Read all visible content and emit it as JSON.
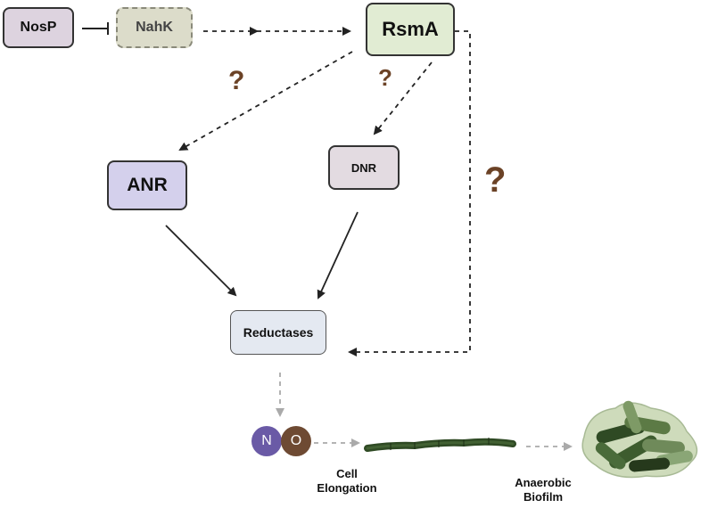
{
  "nodes": {
    "nosp": "NosP",
    "nahk": "NahK",
    "rsma": "RsmA",
    "anr": "ANR",
    "dnr": "DNR",
    "reductases": "Reductases"
  },
  "unknown_marks": [
    "?",
    "?",
    "?"
  ],
  "molecule": {
    "atom1": "N",
    "atom2": "O"
  },
  "labels": {
    "cell_elongation": [
      "Cell",
      "Elongation"
    ],
    "anaerobic_biofilm": [
      "Anaerobic",
      "Biofilm"
    ]
  },
  "colors": {
    "nosp_fill": "#ddd3df",
    "nahk_fill": "#dcdcca",
    "rsma_fill": "#e1ecd3",
    "anr_fill": "#d4d0ec",
    "dnr_fill": "#e3dbe1",
    "reductases_fill": "#e4e9f1",
    "question_mark": "#6b4226",
    "nitrogen": "#6a5aa6",
    "oxygen": "#6e4a33",
    "bacteria_dark": "#2f4a24",
    "biofilm_matrix": "#c9d8b4"
  }
}
